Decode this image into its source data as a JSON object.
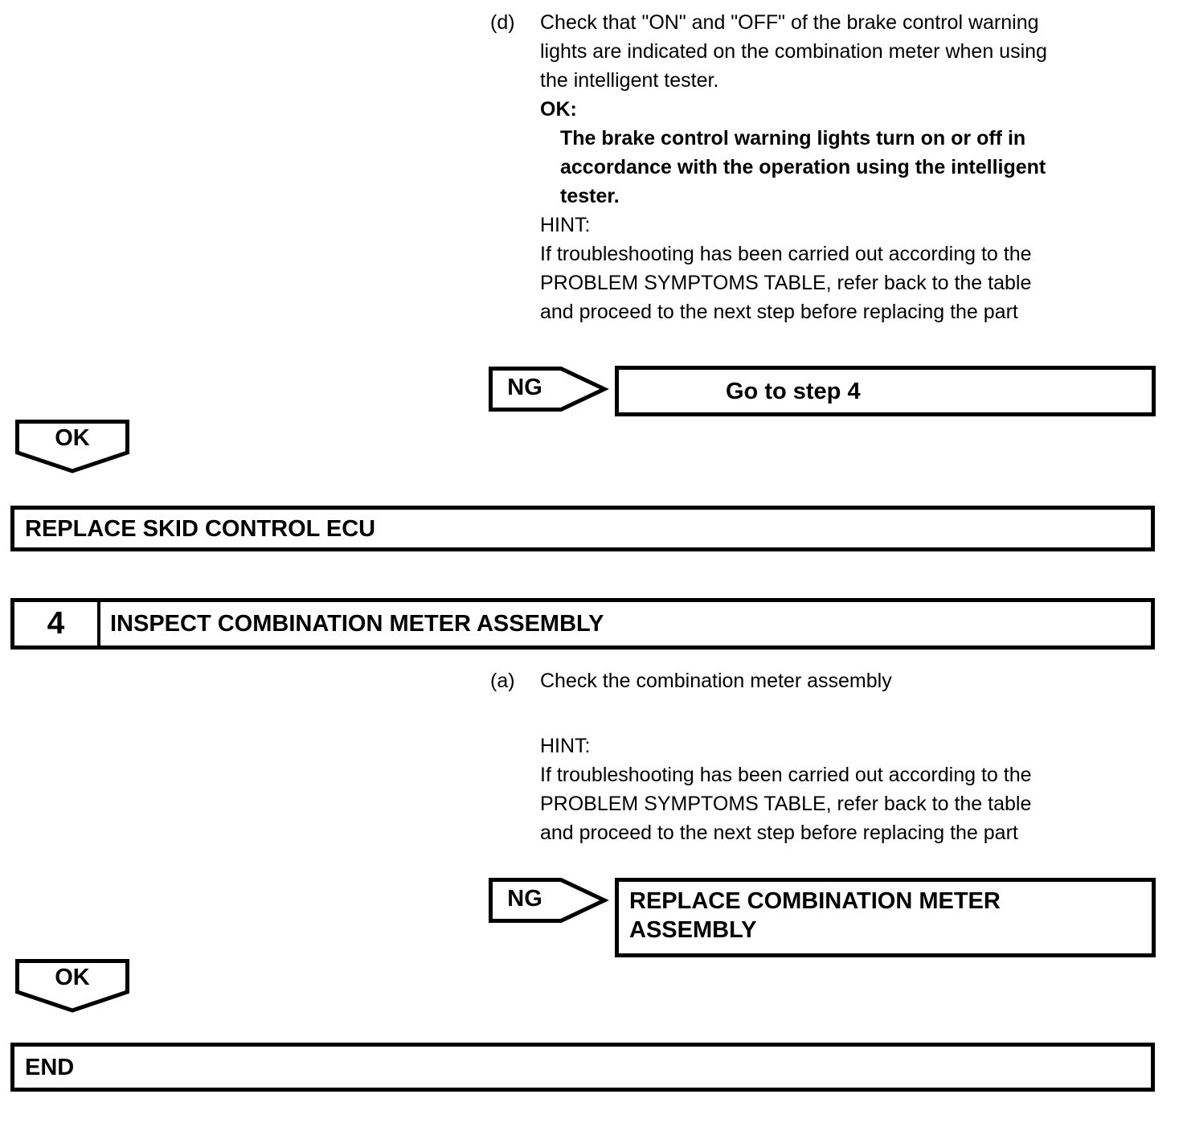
{
  "page": {
    "background": "#ffffff",
    "text_color": "#000000"
  },
  "step3_detail": {
    "substep_label": "(d)",
    "substep_text": "Check that \"ON\" and \"OFF\" of the brake control warning\nlights are indicated on the combination meter when using\nthe intelligent tester.",
    "ok_heading": "OK:",
    "ok_condition": "The brake control warning lights turn on or off in\naccordance with the operation using the intelligent\ntester.",
    "hint_heading": "HINT:",
    "hint_text": "If troubleshooting has been carried out according to the\nPROBLEM SYMPTOMS TABLE, refer back to the table\nand proceed to the next step before replacing the part",
    "ng_label": "NG",
    "ng_result": "Go to step 4",
    "ok_label": "OK",
    "ok_result": "REPLACE SKID CONTROL ECU"
  },
  "step4": {
    "number": "4",
    "title": "INSPECT COMBINATION METER ASSEMBLY",
    "substep_label": "(a)",
    "substep_text": "Check the combination meter assembly",
    "hint_heading": "HINT:",
    "hint_text": "If troubleshooting has been carried out according to the\nPROBLEM SYMPTOMS TABLE, refer back to the table\nand proceed to the next step before replacing the part",
    "ng_label": "NG",
    "ng_result": "REPLACE COMBINATION METER\nASSEMBLY",
    "ok_label": "OK",
    "ok_result": "END"
  }
}
